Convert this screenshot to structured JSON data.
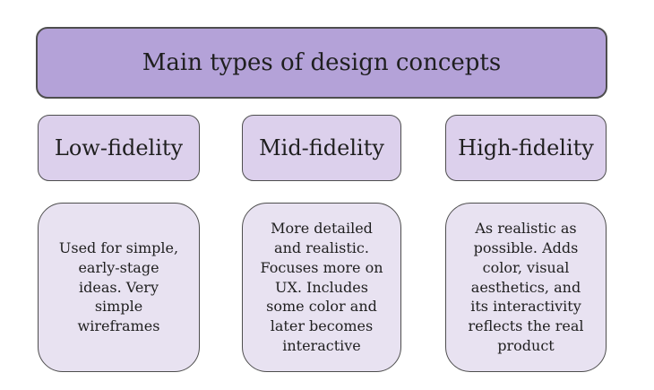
{
  "diagram": {
    "title": "Main types of design concepts",
    "columns": [
      {
        "label": "Low-fidelity",
        "description": "Used for simple,\nearly-stage\nideas. Very\nsimple\nwireframes"
      },
      {
        "label": "Mid-fidelity",
        "description": "More detailed\nand realistic.\nFocuses more on\nUX. Includes\nsome color and\nlater becomes\ninteractive"
      },
      {
        "label": "High-fidelity",
        "description": "As realistic as\npossible. Adds\ncolor, visual\naesthetics, and\nits interactivity\nreflects the real\nproduct"
      }
    ],
    "colors": {
      "background": "#ffffff",
      "header_fill": "#b4a2d8",
      "label_fill": "#dcd0ec",
      "description_fill": "#e8e2f1",
      "border": "#4e4e4e",
      "text": "#1f1f1f"
    }
  }
}
